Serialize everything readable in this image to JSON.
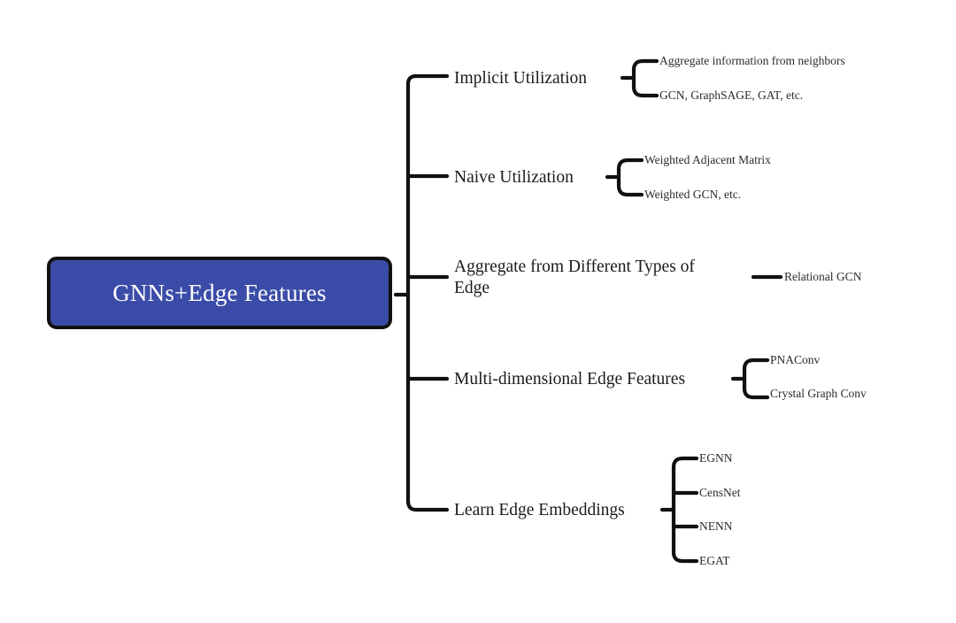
{
  "diagram": {
    "type": "mind-map",
    "background_color": "#ffffff",
    "root": {
      "label": "GNNs+Edge Features",
      "fill_color": "#3b4ca8",
      "border_color": "#111111",
      "text_color": "#ffffff"
    },
    "connector_color": "#111111",
    "branches": [
      {
        "label": "Implicit Utilization",
        "connector": "bracket",
        "children": [
          {
            "label": "Aggregate information from neighbors"
          },
          {
            "label": "GCN, GraphSAGE, GAT, etc."
          }
        ]
      },
      {
        "label": "Naive Utilization",
        "connector": "bracket",
        "children": [
          {
            "label": "Weighted Adjacent Matrix"
          },
          {
            "label": "Weighted GCN, etc."
          }
        ]
      },
      {
        "label": "Aggregate from Different Types of Edge",
        "connector": "line",
        "children": [
          {
            "label": "Relational GCN"
          }
        ]
      },
      {
        "label": "Multi-dimensional Edge Features",
        "connector": "bracket",
        "children": [
          {
            "label": "PNAConv"
          },
          {
            "label": "Crystal Graph Conv"
          }
        ]
      },
      {
        "label": "Learn Edge Embeddings",
        "connector": "bracket",
        "children": [
          {
            "label": "EGNN"
          },
          {
            "label": "CensNet"
          },
          {
            "label": "NENN"
          },
          {
            "label": "EGAT"
          }
        ]
      }
    ]
  }
}
